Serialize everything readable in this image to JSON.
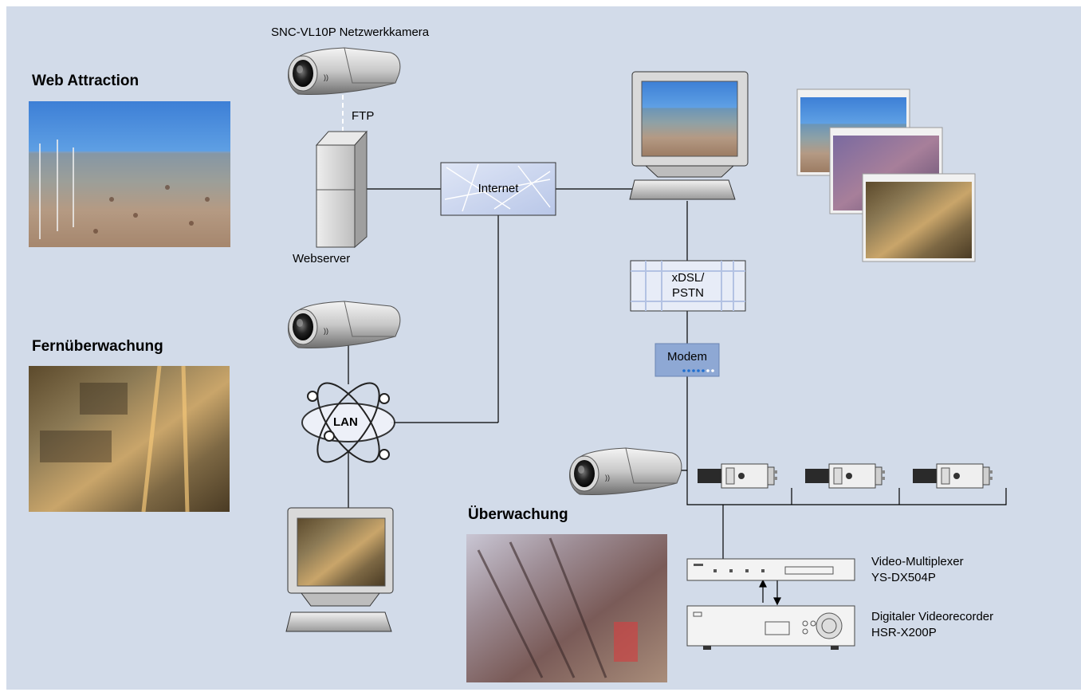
{
  "sections": {
    "web_attraction": "Web Attraction",
    "fernueberwachung": "Fernüberwachung",
    "ueberwachung": "Überwachung"
  },
  "labels": {
    "camera_model": "SNC-VL10P Netzwerkkamera",
    "ftp": "FTP",
    "webserver": "Webserver",
    "internet": "Internet",
    "xdsl_line1": "xDSL/",
    "xdsl_line2": "PSTN",
    "modem": "Modem",
    "lan": "LAN",
    "multiplexer_line1": "Video-Multiplexer",
    "multiplexer_line2": "YS-DX504P",
    "recorder_line1": "Digitaler Videorecorder",
    "recorder_line2": "HSR-X200P"
  },
  "colors": {
    "background": "#d2dbe9",
    "modem_box": "#8ea8d4",
    "modem_leds": "#1f6fd0",
    "lines": "#000000",
    "ftp_link": "#ffffff"
  }
}
